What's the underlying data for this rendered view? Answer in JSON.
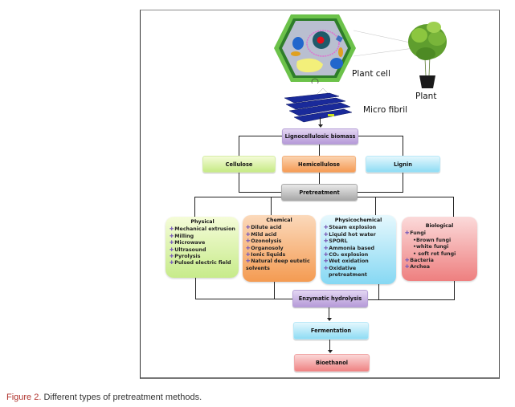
{
  "figure": {
    "illustrations": {
      "plant_cell_label": "Plant cell",
      "plant_label": "Plant",
      "micro_fibril_label": "Micro fibril"
    },
    "flow": {
      "biomass": "Lignocellulosic biomass",
      "components": [
        {
          "label": "Cellulose",
          "color": "#c6ea86"
        },
        {
          "label": "Hemicellulose",
          "color": "#f59b55"
        },
        {
          "label": "Lignin",
          "color": "#8fdcf4"
        }
      ],
      "pretreatment": "Pretreatment",
      "methods": {
        "physical": {
          "title": "Physical",
          "items": [
            "Mechanical extrusion",
            "Milling",
            "Microwave",
            "Ultrasound",
            "Pyrolysis",
            "Pulsed electric field"
          ]
        },
        "chemical": {
          "title": "Chemical",
          "items": [
            "Dilute acid",
            "Mild acid",
            "Ozonolysis",
            "Organosoly",
            "Ionic liquids",
            "Natural deep eutetic"
          ],
          "continuation": "solvents"
        },
        "physicochemical": {
          "title": "Physicochemical",
          "items": [
            "Steam explosion",
            "Liquid hot water",
            "SPORL",
            "Ammonia based",
            "CO₂ explosion",
            "Wet oxidation",
            "Oxidative"
          ],
          "continuation": "pretreatment"
        },
        "biological": {
          "title": "Biological",
          "fungi_label": "Fungi",
          "fungi_subitems": [
            "•Brown fungi",
            "•white fungi",
            "• soft rot fungi"
          ],
          "other_items": [
            "Bacteria",
            "Archea"
          ]
        }
      },
      "enzymatic_hydrolysis": "Enzymatic hydrolysis",
      "fermentation": "Fermentation",
      "bioethanol": "Bioethanol"
    },
    "bullet_glyph": "✚",
    "caption": {
      "number": "Figure 2.",
      "text": " Different types of pretreatment methods."
    }
  }
}
